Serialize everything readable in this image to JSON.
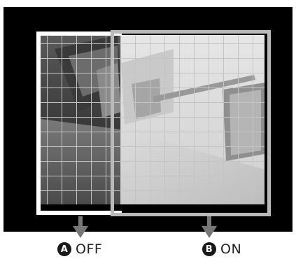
{
  "labels": {
    "a": {
      "badge": "A",
      "text": "OFF"
    },
    "b": {
      "badge": "B",
      "text": "ON"
    }
  },
  "colors": {
    "background": "#000000",
    "frame_off": "#ffffff",
    "frame_on": "#b9b9b9",
    "grid": "#bfbfbf",
    "arrow": "#777777"
  }
}
